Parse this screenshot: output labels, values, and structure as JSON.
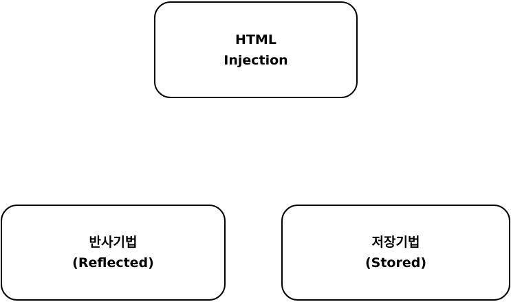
{
  "diagram": {
    "root": {
      "line1": "HTML",
      "line2": "Injection"
    },
    "children": [
      {
        "line1": "반사기법",
        "line2": "(Reflected)"
      },
      {
        "line1": "저장기법",
        "line2": "(Stored)"
      }
    ]
  }
}
